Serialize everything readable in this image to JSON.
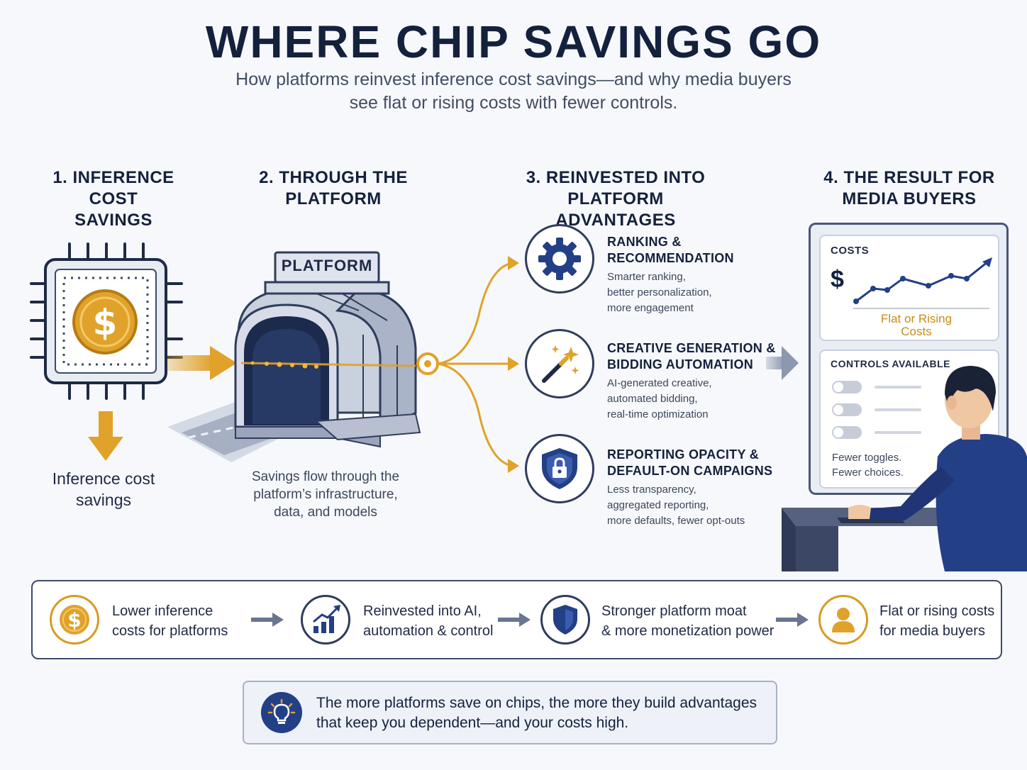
{
  "header": {
    "title": "WHERE CHIP SAVINGS GO",
    "subtitle_line1": "How platforms reinvest inference cost savings—and why media buyers",
    "subtitle_line2": "see flat or rising costs with fewer controls."
  },
  "steps": [
    {
      "line1": "1. INFERENCE COST",
      "line2": "SAVINGS"
    },
    {
      "line1": "2. THROUGH THE",
      "line2": "PLATFORM"
    },
    {
      "line1": "3. REINVESTED INTO",
      "line2": "PLATFORM ADVANTAGES"
    },
    {
      "line1": "4. THE RESULT FOR",
      "line2": "MEDIA BUYERS"
    }
  ],
  "step1": {
    "caption_line1": "Inference cost",
    "caption_line2": "savings"
  },
  "step2": {
    "sign": "PLATFORM",
    "caption_line1": "Savings flow through the",
    "caption_line2": "platform’s infrastructure,",
    "caption_line3": "data, and models"
  },
  "advantages": [
    {
      "title1": "RANKING &",
      "title2": "RECOMMENDATION",
      "d1": "Smarter ranking,",
      "d2": "better personalization,",
      "d3": "more engagement",
      "icon": "gear-icon"
    },
    {
      "title1": "CREATIVE GENERATION &",
      "title2": "BIDDING AUTOMATION",
      "d1": "AI-generated creative,",
      "d2": "automated bidding,",
      "d3": "real-time optimization",
      "icon": "magic-wand-icon"
    },
    {
      "title1": "REPORTING OPACITY &",
      "title2": "DEFAULT-ON CAMPAIGNS",
      "d1": "Less transparency,",
      "d2": "aggregated reporting,",
      "d3": "more defaults, fewer opt-outs",
      "icon": "shield-lock-icon"
    }
  ],
  "result": {
    "costs_label": "COSTS",
    "currency": "$",
    "trend_line1": "Flat or Rising",
    "trend_line2": "Costs",
    "controls_label": "CONTROLS AVAILABLE",
    "note_line1": "Fewer toggles.",
    "note_line2": "Fewer choices."
  },
  "bottom_flow": [
    {
      "line1": "Lower inference",
      "line2": "costs for platforms",
      "icon": "dollar-coin-icon"
    },
    {
      "line1": "Reinvested into AI,",
      "line2": "automation & control",
      "icon": "growth-chart-icon"
    },
    {
      "line1": "Stronger platform moat",
      "line2": "& more monetization power",
      "icon": "shield-icon"
    },
    {
      "line1": "Flat or rising costs",
      "line2": "for media buyers",
      "icon": "user-icon"
    }
  ],
  "insight": {
    "line1": "The more platforms save on chips, the more they build advantages",
    "line2": "that keep you dependent—and your costs high.",
    "icon": "lightbulb-icon"
  },
  "colors": {
    "navy": "#14213d",
    "gold": "#e0a22a",
    "blue": "#1f3f8f",
    "slate": "#8c97b0"
  }
}
